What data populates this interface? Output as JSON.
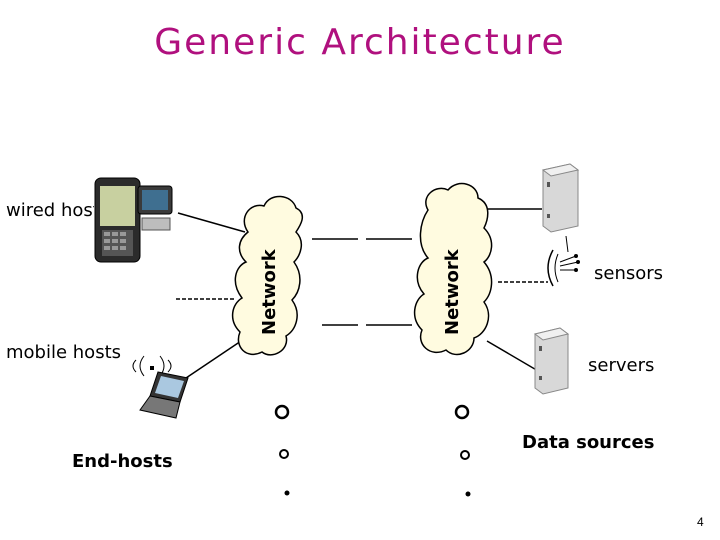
{
  "title": "Generic Architecture",
  "labels": {
    "wired_hosts": "wired hosts",
    "mobile_hosts": "mobile hosts",
    "end_hosts": "End-hosts",
    "network_left": "Network",
    "network_right": "Network",
    "sensors": "sensors",
    "servers": "servers",
    "data_sources": "Data sources"
  },
  "page_number": "4",
  "colors": {
    "title": "#b0107e",
    "cloud": "#fffbe0"
  }
}
